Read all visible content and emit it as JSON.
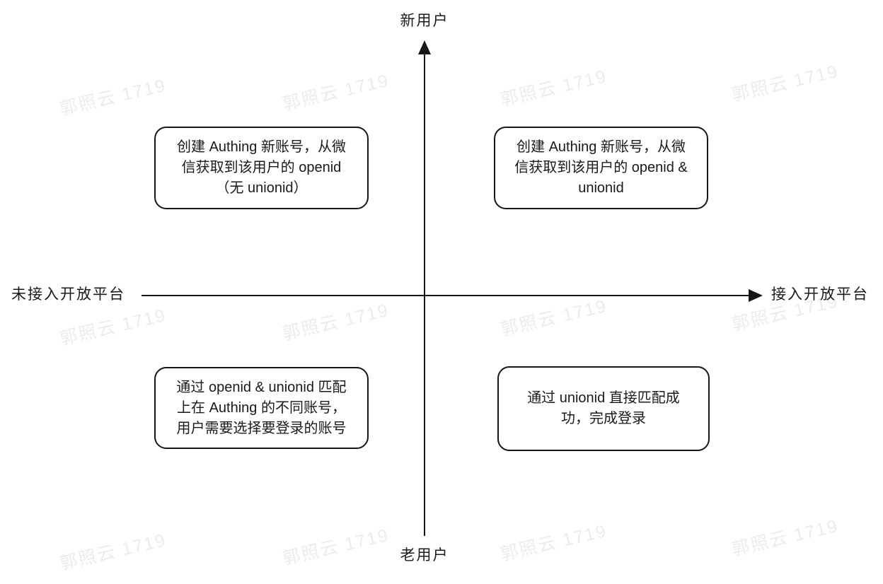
{
  "watermark": {
    "text": "郭照云 1719",
    "color": "#ececec"
  },
  "axes": {
    "top_label": "新用户",
    "bottom_label": "老用户",
    "left_label": "未接入开放平台",
    "right_label": "接入开放平台"
  },
  "quadrants": {
    "top_left": {
      "text": "创建 Authing 新账号，从微\n信获取到该用户的 openid\n（无 unionid）"
    },
    "top_right": {
      "text": "创建 Authing 新账号，从微\n信获取到该用户的 openid &\nunionid"
    },
    "bottom_left": {
      "text": "通过 openid & unionid 匹配\n上在 Authing 的不同账号，\n用户需要选择要登录的账号"
    },
    "bottom_right": {
      "text": "通过 unionid 直接匹配成\n功，完成登录"
    }
  },
  "colors": {
    "line": "#161616",
    "text": "#1a1a1a",
    "watermark": "#ececec",
    "background": "#ffffff"
  }
}
